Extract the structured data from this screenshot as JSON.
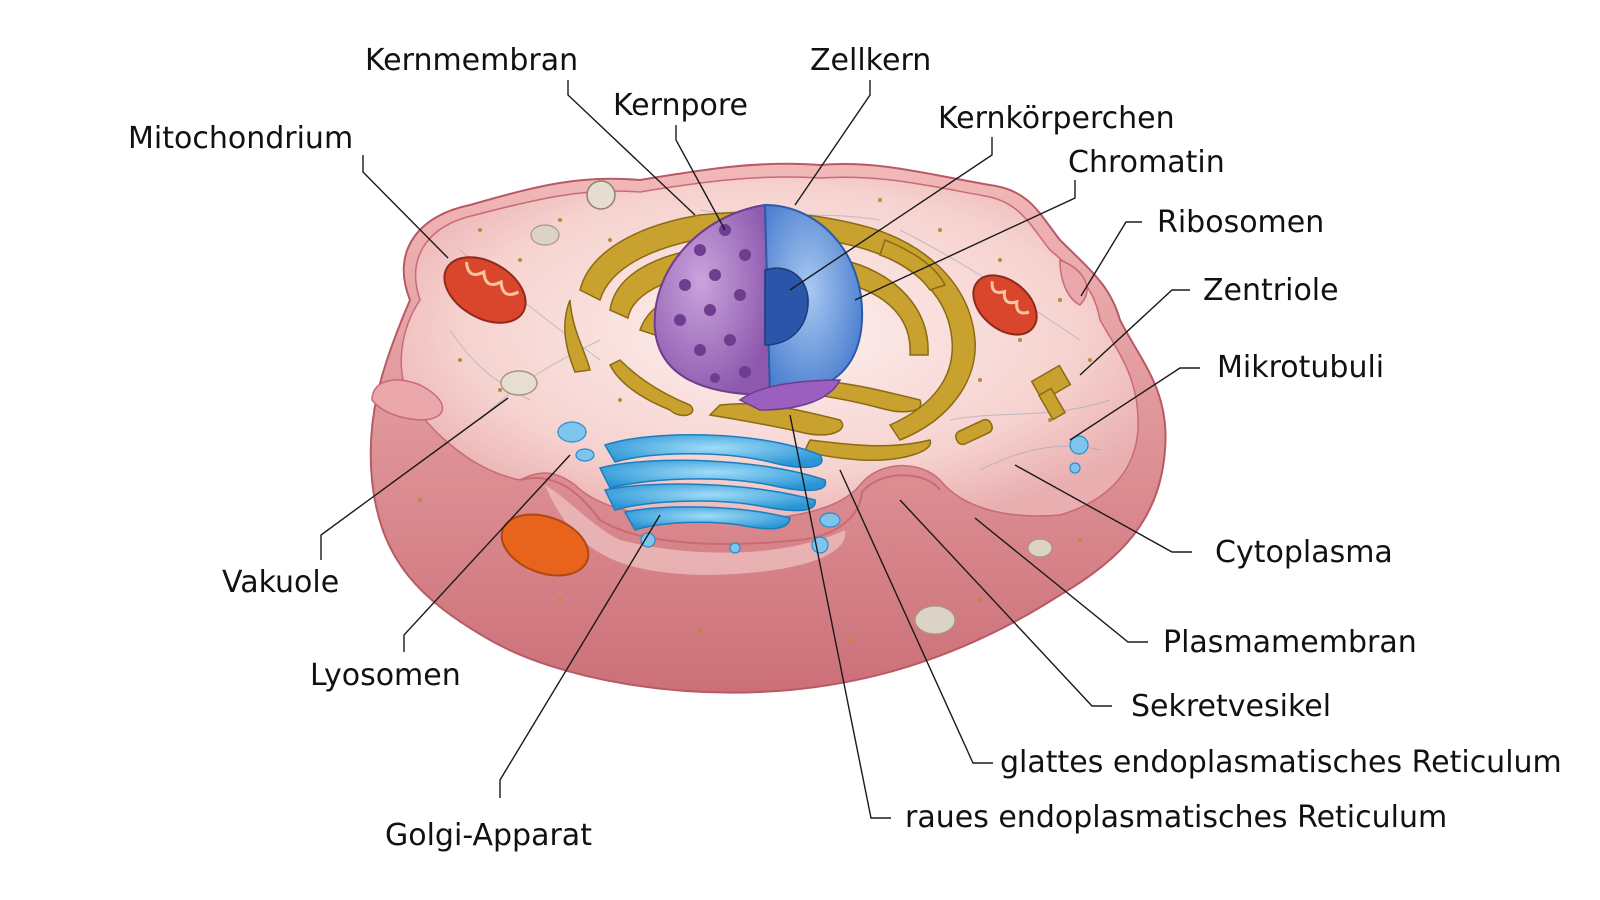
{
  "labels": {
    "kernmembran": "Kernmembran",
    "zellkern": "Zellkern",
    "kernpore": "Kernpore",
    "mitochondrium": "Mitochondrium",
    "kernkoerperchen": "Kernkörperchen",
    "chromatin": "Chromatin",
    "ribosomen": "Ribosomen",
    "zentriole": "Zentriole",
    "mikrotubuli": "Mikrotubuli",
    "cytoplasma": "Cytoplasma",
    "plasmamembran": "Plasmamembran",
    "sekretvesikel": "Sekretvesikel",
    "glattes_er": "glattes endoplasmatisches Reticulum",
    "raues_er": "raues endoplasmatisches Reticulum",
    "golgi": "Golgi-Apparat",
    "lyosomen": "Lyosomen",
    "vakuole": "Vakuole"
  },
  "colors": {
    "cell_outer": "#d9868c",
    "cytoplasm": "#f7d3d3",
    "nucleus_outer": "#a776c2",
    "nucleus_inner": "#5b8fd6",
    "er": "#c9a12e",
    "golgi": "#3aa7e0",
    "mitochondrium": "#d9462c",
    "vesicle": "#e8641c"
  }
}
